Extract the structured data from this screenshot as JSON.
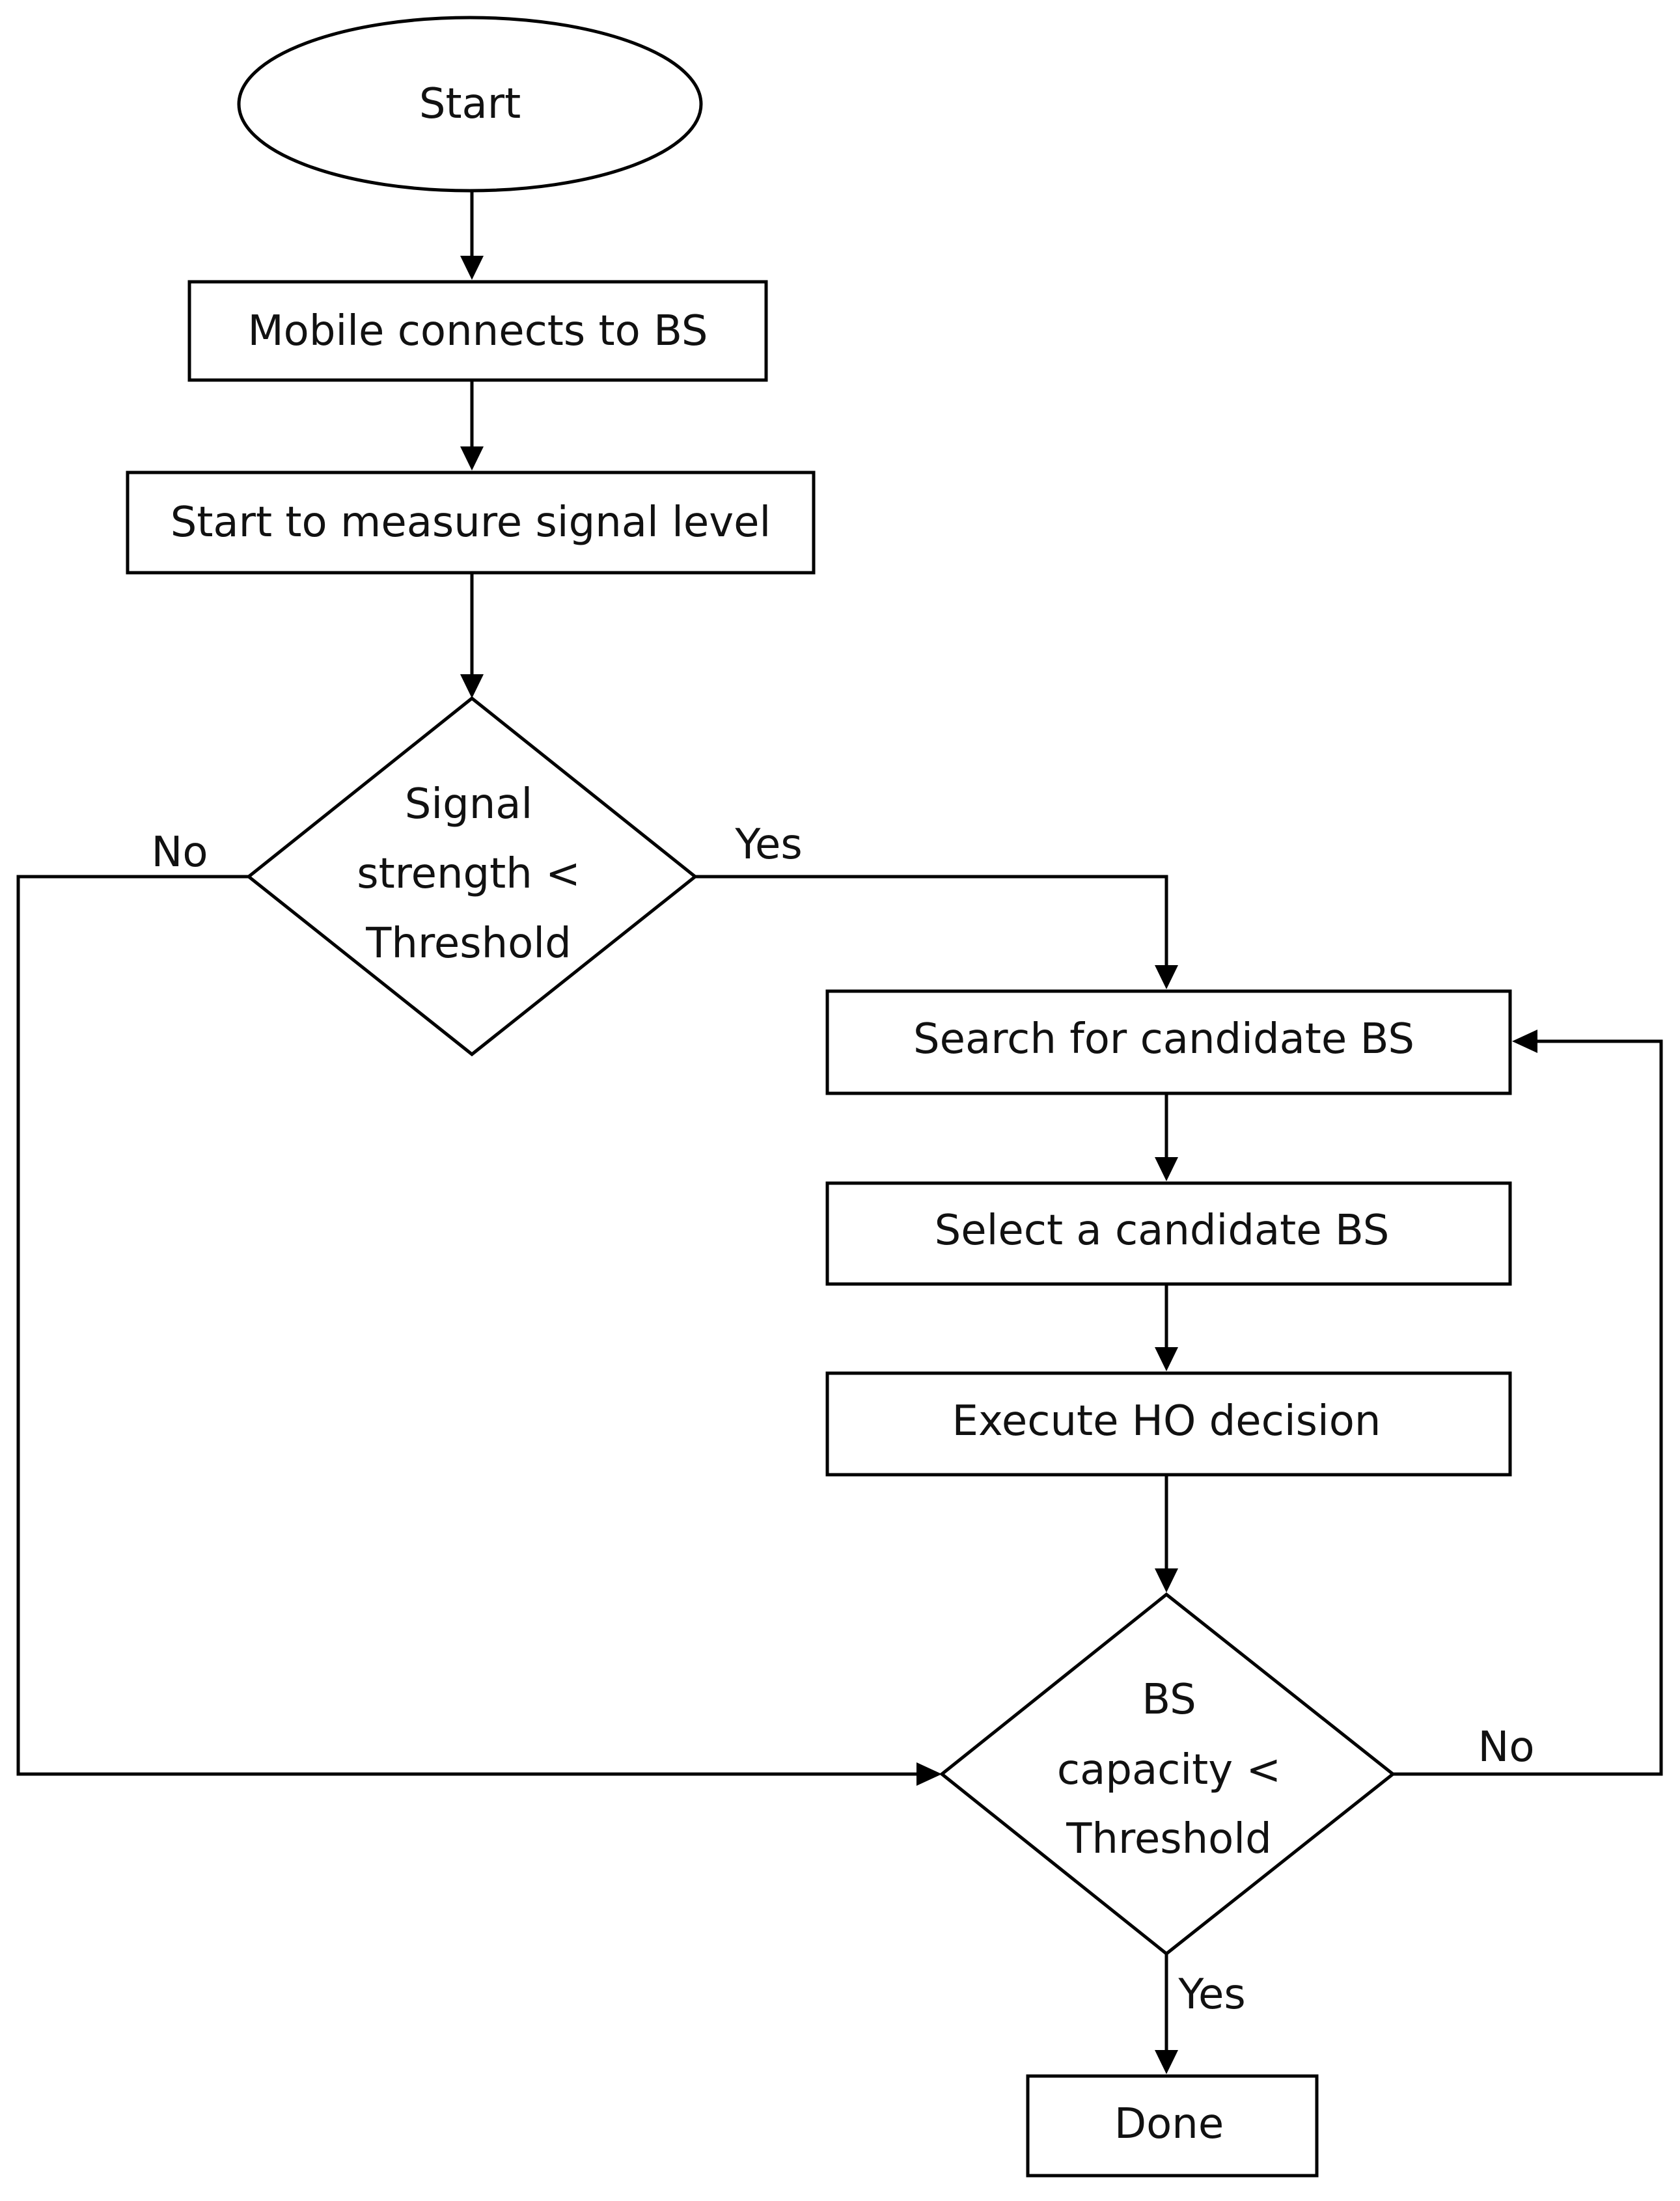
{
  "flowchart": {
    "start": "Start",
    "connect": "Mobile connects to BS",
    "measure": "Start to measure signal level",
    "decision_signal": [
      "Signal",
      "strength <",
      "Threshold"
    ],
    "search": "Search for candidate BS",
    "select": "Select a candidate BS",
    "execute": "Execute HO decision",
    "decision_capacity": [
      "BS",
      "capacity <",
      "Threshold"
    ],
    "done": "Done",
    "signal_no": "No",
    "signal_yes": "Yes",
    "capacity_no": "No",
    "capacity_yes": "Yes"
  }
}
